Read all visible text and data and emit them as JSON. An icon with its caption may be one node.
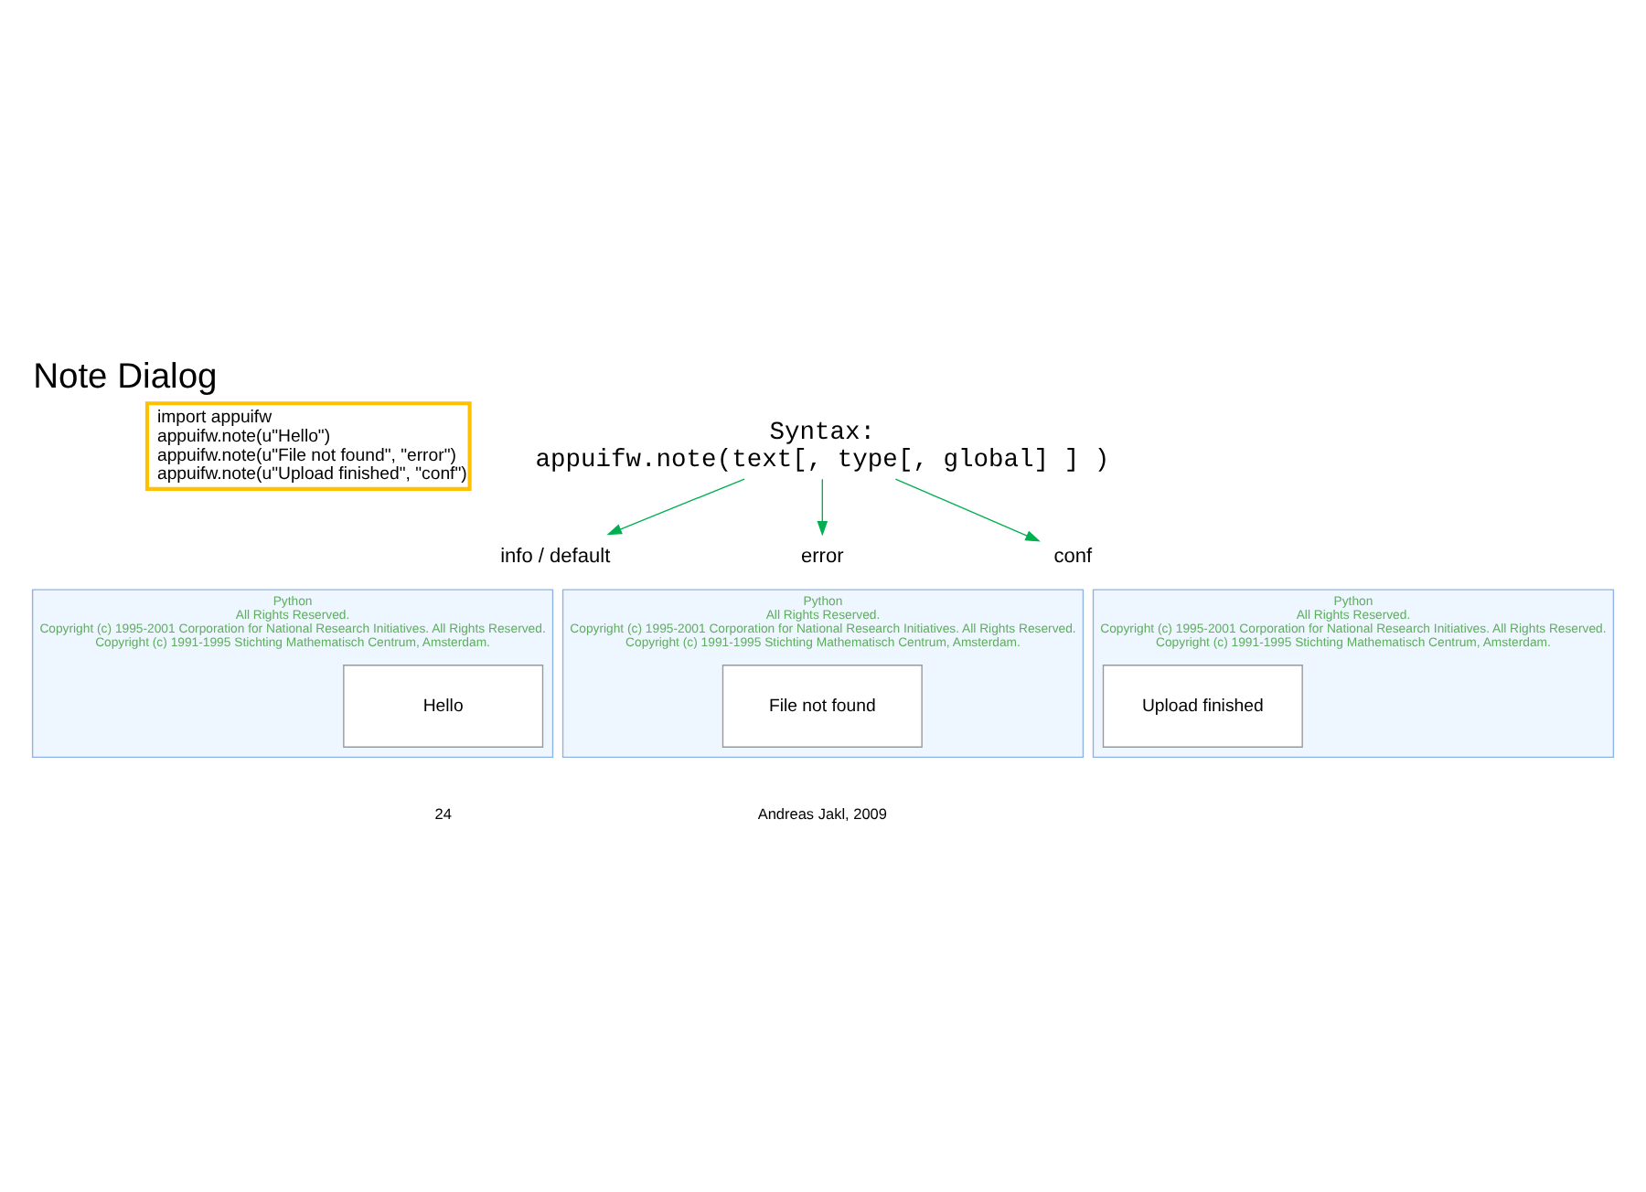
{
  "diagram": {
    "title": "Note Dialog",
    "nodes": [
      {
        "text": [
          "import appuifw",
          "appuifw.note(u\"Hello\")",
          "appuifw.note(u\"File not found\", \"error\")",
          "appuifw.note(u\"Upload finished\", \"conf\")"
        ]
      },
      {
        "text": [
          "Syntax:",
          "appuifw.note(text[, type[, global] ] )"
        ]
      },
      {
        "text": [
          "info / default"
        ]
      },
      {
        "text": [
          "error"
        ]
      },
      {
        "text": [
          "conf"
        ]
      },
      {
        "text": [
          "Python",
          "All Rights Reserved.",
          "Copyright (c) 1995-2001 Corporation for National Research Initiatives. All Rights Reserved.",
          "Copyright (c) 1991-1995 Stichting Mathematisch Centrum, Amsterdam."
        ]
      },
      {
        "text": [
          "Hello"
        ],
        "in": 5
      },
      {
        "text": [
          "Python",
          "All Rights Reserved.",
          "Copyright (c) 1995-2001 Corporation for National Research Initiatives. All Rights Reserved.",
          "Copyright (c) 1991-1995 Stichting Mathematisch Centrum, Amsterdam."
        ]
      },
      {
        "text": [
          "File not found"
        ],
        "in": 7
      },
      {
        "text": [
          "Python",
          "All Rights Reserved.",
          "Copyright (c) 1995-2001 Corporation for National Research Initiatives. All Rights Reserved.",
          "Copyright (c) 1991-1995 Stichting Mathematisch Centrum, Amsterdam."
        ]
      },
      {
        "text": [
          "Upload finished"
        ],
        "in": 9
      }
    ],
    "edges": [
      {
        "from": 1,
        "to": 2,
        "arrow": "to"
      },
      {
        "from": 1,
        "to": 3,
        "arrow": "to"
      },
      {
        "from": 1,
        "to": 4,
        "arrow": "to"
      }
    ],
    "labels": [
      "24",
      "Andreas Jakl, 2009"
    ]
  }
}
